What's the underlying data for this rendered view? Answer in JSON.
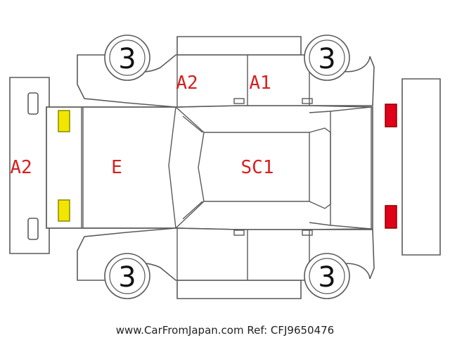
{
  "colors": {
    "outline": "#5a5a5a",
    "code_text": "#d81e1e",
    "front_lamp_fill": "#f2e600",
    "front_lamp_stroke": "#8a8a00",
    "rear_lamp_fill": "#e0001a",
    "rear_lamp_stroke": "#8a0000"
  },
  "tires": {
    "front_left": "3",
    "rear_left": "3",
    "front_right": "3",
    "rear_right": "3"
  },
  "damage_codes": {
    "front_bumper": "A2",
    "hood": "E",
    "roof": "SC1",
    "upper_front_door": "A2",
    "upper_rear_door": "A1"
  },
  "front_lamps": {
    "color_name": "yellow",
    "count": 2
  },
  "rear_lamps": {
    "color_name": "red",
    "count": 2
  },
  "footer": {
    "text": "www.CarFromJapan.com Ref: CFJ9650476"
  }
}
